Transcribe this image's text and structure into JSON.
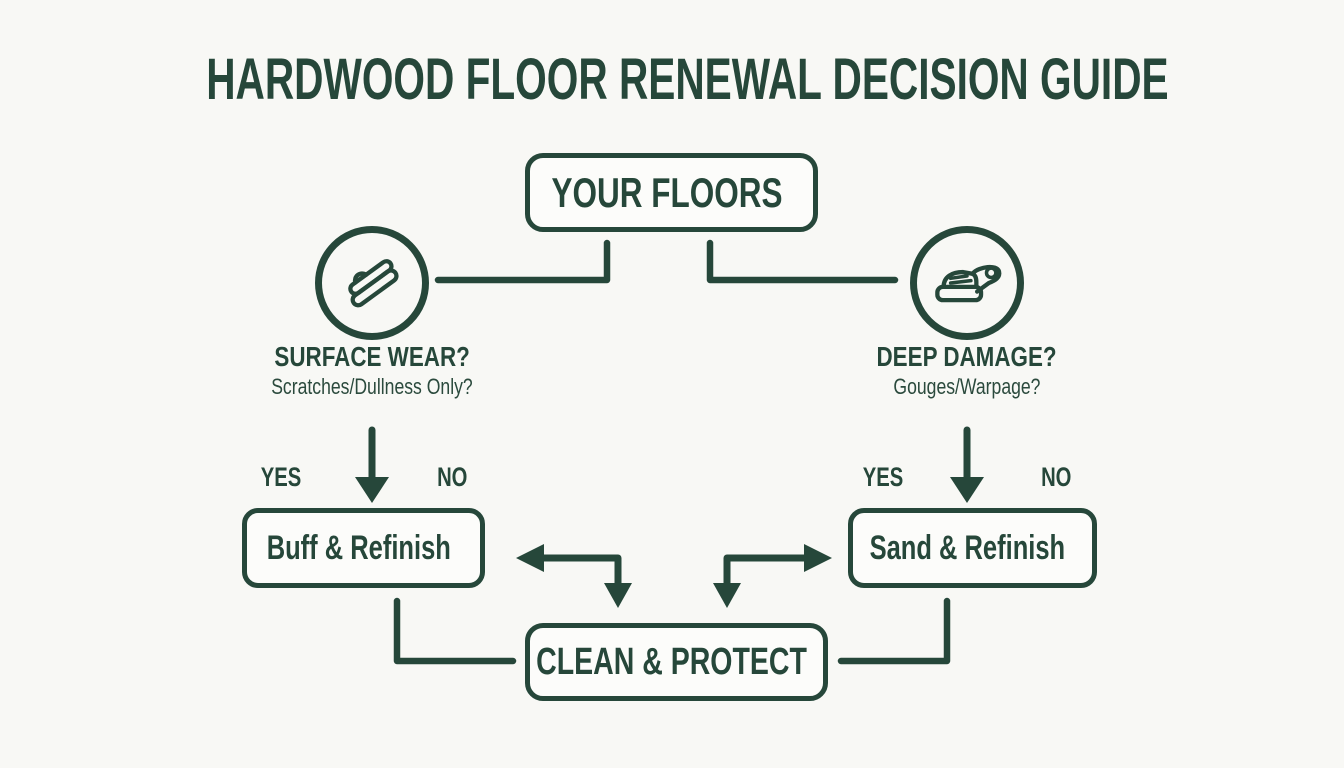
{
  "title": "HARDWOOD FLOOR RENEWAL DECISION GUIDE",
  "colors": {
    "ink_green": "#26473a",
    "background": "#f8f8f5"
  },
  "root_node": {
    "label": "YOUR FLOORS",
    "icon": "question-circle"
  },
  "branches": {
    "left": {
      "icon": "buffer-pad",
      "question": "SURFACE WEAR?",
      "detail": "Scratches/Dullness Only?",
      "yes_label": "YES",
      "no_label": "NO",
      "result": {
        "label": "Buff & Refinish",
        "icon": "check-circle"
      }
    },
    "right": {
      "icon": "orbital-sander",
      "question": "DEEP DAMAGE?",
      "detail": "Gouges/Warpage?",
      "yes_label": "YES",
      "no_label": "NO",
      "result": {
        "label": "Sand & Refinish",
        "icon": "check-circle"
      }
    }
  },
  "final_node": {
    "label": "CLEAN & PROTECT",
    "icon": "check-circle"
  }
}
